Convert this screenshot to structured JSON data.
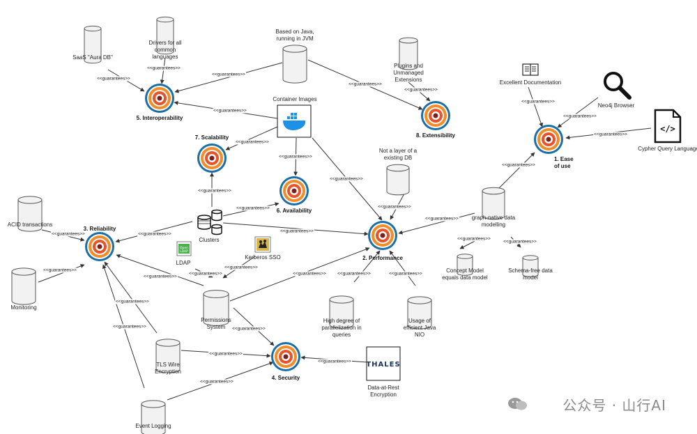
{
  "edge_label": "<<guarantees>>",
  "targets": {
    "ease_of_use": "1. Ease of use",
    "performance": "2. Performance",
    "reliability": "3. Reliability",
    "security": "4. Security",
    "interoperability": "5. Interoperability",
    "availability": "6. Availability",
    "scalability": "7. Scalability",
    "extensibility": "8. Extensibility"
  },
  "sources": {
    "saas": "SaaS \"Aura DB\"",
    "drivers": "Drivers for all common languages",
    "java": "Based on Java, running in JVM",
    "plugins": "Plugins and Unmanaged Extensions",
    "docs": "Excellent Documentation",
    "browser": "Neo4j Browser",
    "cypher": "Cypher Query Language",
    "container": "Container Images",
    "not_layer": "Not a layer of a existing DB",
    "graph_native": "graph-native data modelling",
    "concept_model": "Concept Model equals data model",
    "schema_free": "Schema-free data model",
    "acid": "ACID transactions",
    "monitoring": "Monitoring",
    "clusters": "Clusters",
    "ldap": "LDAP",
    "kerberos": "Kerberos SSO",
    "permissions": "Permissions System",
    "parallel": "High degree of parallelization in queries",
    "java_nio": "Usage of efficient Java NIO",
    "tls": "TLS Wire Encryption",
    "event_logging": "Event Logging",
    "data_at_rest": "Data-at-Rest Encryption"
  },
  "logos": {
    "thales": "THALES",
    "openldap": "Open LDAP"
  },
  "watermark": "公众号 · 山行AI",
  "colors": {
    "ring_outer": "#1b6fa8",
    "ring_2": "#ffffff",
    "ring_3": "#f28c28",
    "ring_4": "#ffffff",
    "ring_5": "#e8542a",
    "ring_6": "#ffffff",
    "ring_center": "#7a1f1f",
    "cylinder_fill": "#f2f2f2",
    "cylinder_stroke": "#555555",
    "edge": "#333333",
    "docker": "#1d91e6",
    "thales": "#17335c"
  },
  "icons": [
    "database-icon",
    "target-icon",
    "book-icon",
    "magnifier-icon",
    "code-file-icon",
    "docker-icon",
    "cluster-icon",
    "openldap-icon",
    "kerberos-icon",
    "thales-logo",
    "wechat-icon"
  ]
}
